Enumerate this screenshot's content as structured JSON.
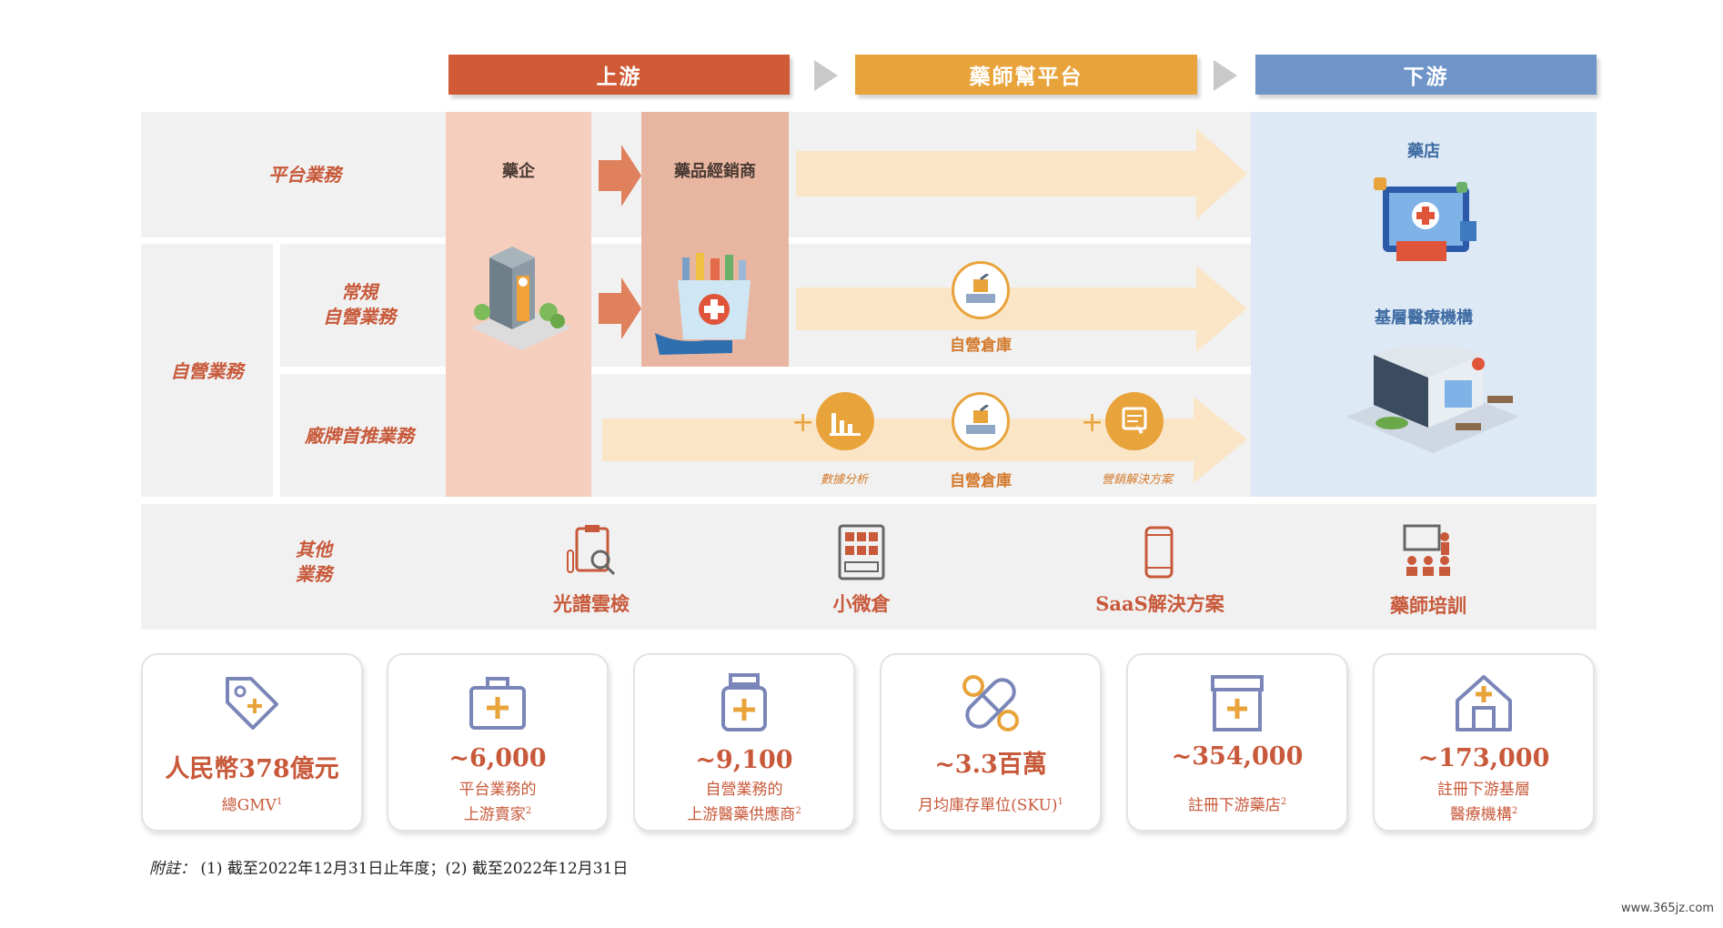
{
  "stages": {
    "upstream": "上游",
    "platform": "藥師幫平台",
    "downstream": "下游"
  },
  "rows": {
    "platform_business": "平台業務",
    "self_operated": "自營業務",
    "regular_self": "常規\n自營業務",
    "brand_first": "廠牌首推業務",
    "other_business": "其他\n業務"
  },
  "columns": {
    "pharma_company": "藥企",
    "distributor": "藥品經銷商",
    "pharmacy": "藥店",
    "primary_care": "基層醫療機構"
  },
  "middle": {
    "warehouse_1": "自營倉庫",
    "warehouse_2": "自營倉庫",
    "data_analysis": "數據分析",
    "marketing_solution": "營銷解決方案"
  },
  "other_items": [
    {
      "label": "光譜雲檢",
      "icon": "lab-report-icon"
    },
    {
      "label": "小微倉",
      "icon": "vending-cabinet-icon"
    },
    {
      "label": "SaaS解決方案",
      "icon": "smartphone-icon"
    },
    {
      "label": "藥師培訓",
      "icon": "training-icon"
    }
  ],
  "metrics": [
    {
      "value": "人民幣378億元",
      "label1": "總GMV",
      "sup": "1",
      "label2": "",
      "icon": "price-tag-icon"
    },
    {
      "value": "~6,000",
      "label1": "平台業務的",
      "label2": "上游賣家",
      "sup": "2",
      "icon": "medical-kit-icon"
    },
    {
      "value": "~9,100",
      "label1": "自營業務的",
      "label2": "上游醫藥供應商",
      "sup": "2",
      "icon": "medicine-bottle-icon"
    },
    {
      "value": "~3.3百萬",
      "label1": "月均庫存單位(SKU)",
      "sup": "1",
      "label2": "",
      "icon": "pill-icon"
    },
    {
      "value": "~354,000",
      "label1": "註冊下游藥店",
      "sup": "2",
      "label2": "",
      "icon": "store-icon"
    },
    {
      "value": "~173,000",
      "label1": "註冊下游基層",
      "label2": "醫療機構",
      "sup": "2",
      "icon": "clinic-icon"
    }
  ],
  "footnote": {
    "prefix": "附註：",
    "text": "(1) 截至2022年12月31日止年度；(2) 截至2022年12月31日"
  },
  "watermark": "www.365jz.com",
  "colors": {
    "upstream": "#d05a35",
    "platform": "#e8a33b",
    "downstream": "#6f95c8",
    "accent_text": "#c8593a"
  }
}
